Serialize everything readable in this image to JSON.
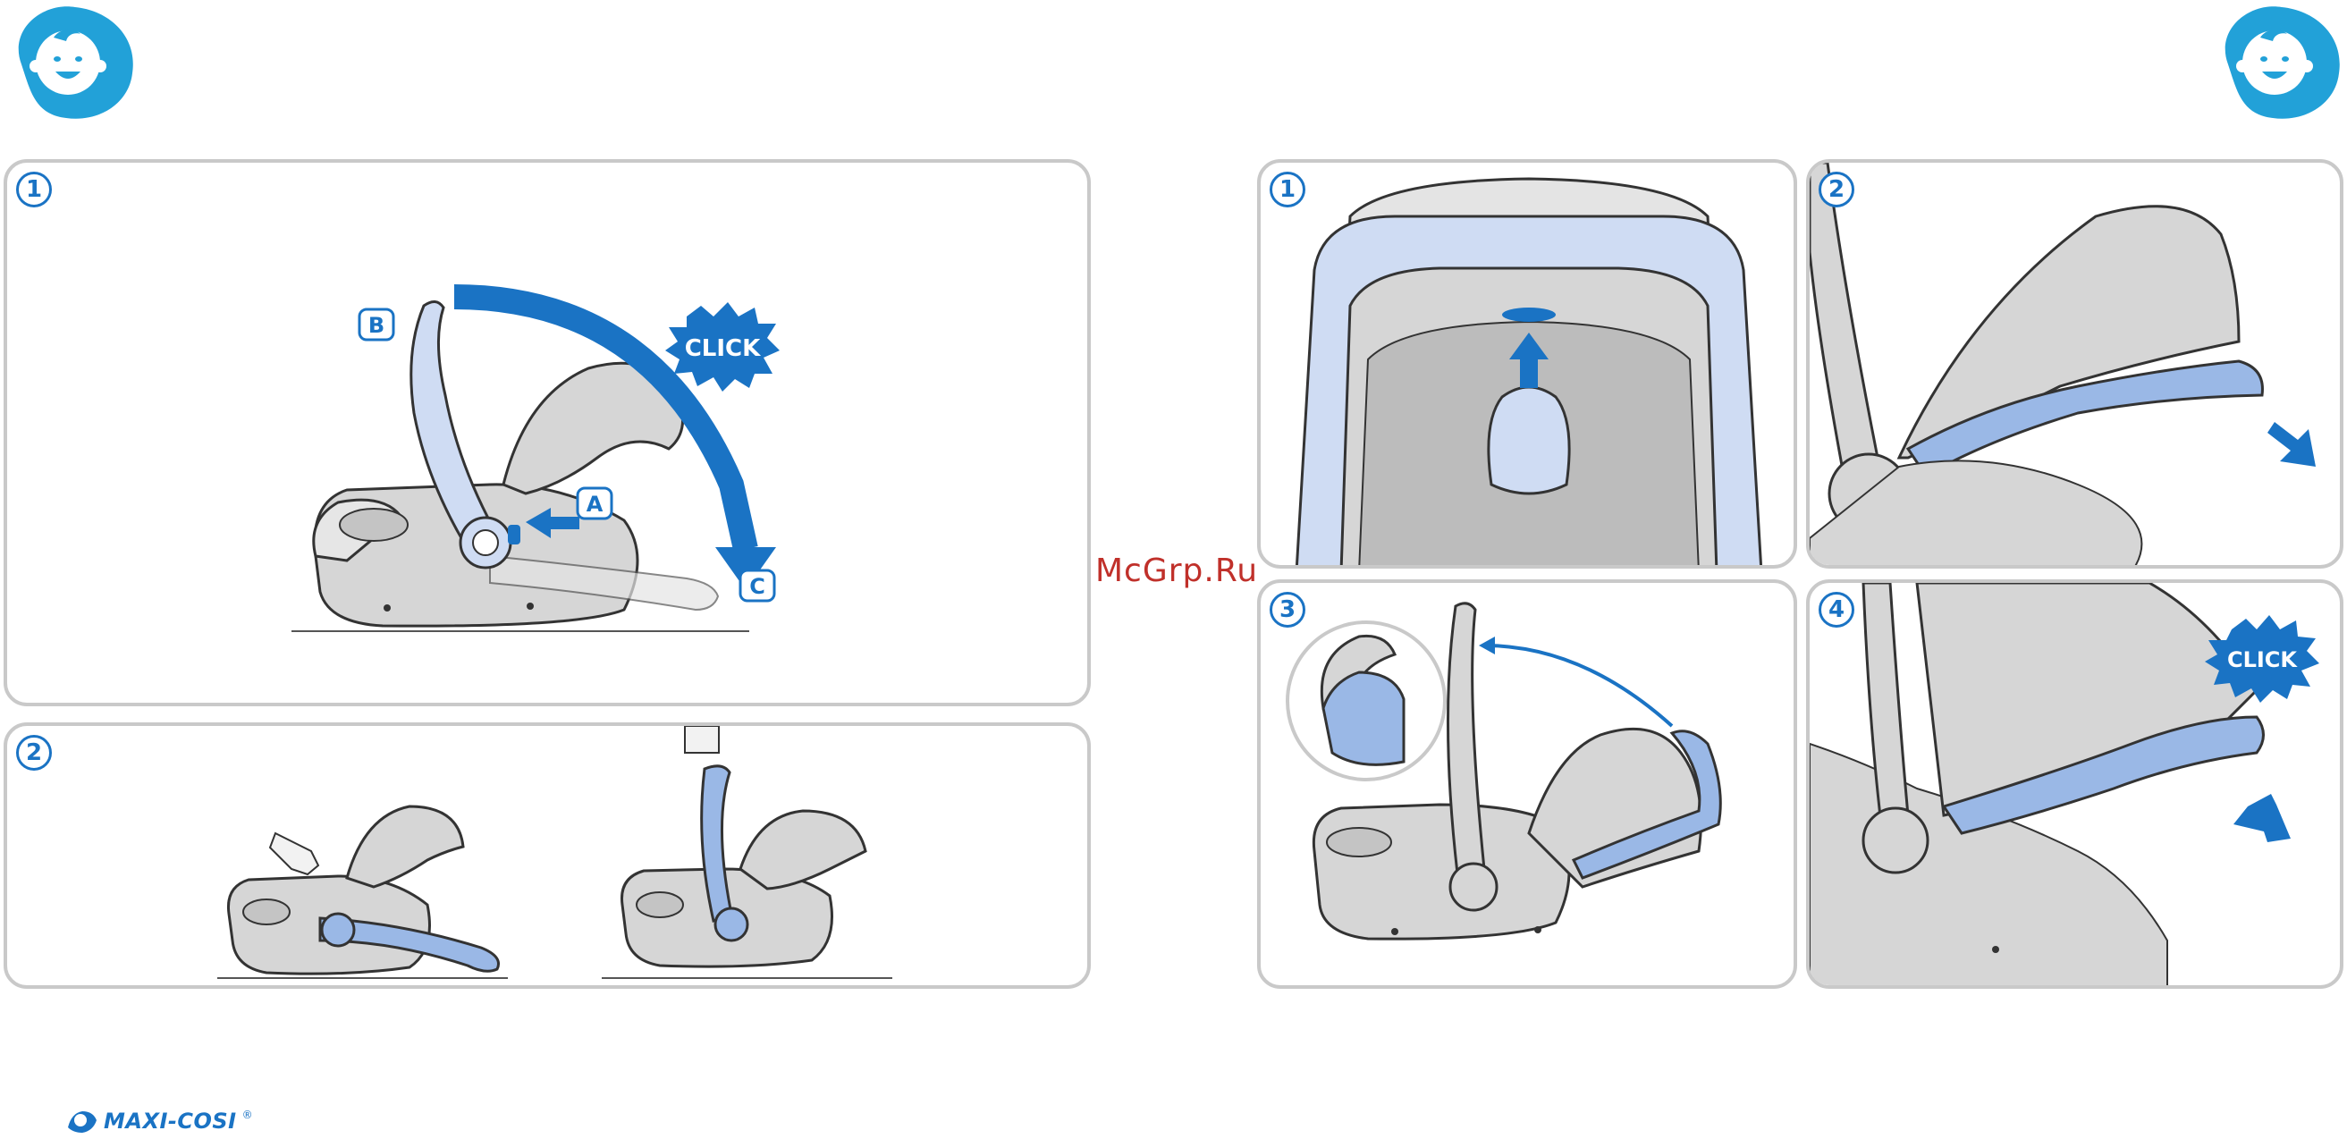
{
  "header": {
    "left_logo": "baby-face-logo",
    "right_logo": "baby-face-logo"
  },
  "left_section": {
    "panel_1": {
      "step": "1",
      "labels": {
        "a": "A",
        "b": "B",
        "c": "C"
      },
      "click_text": "CLICK"
    },
    "panel_2": {
      "step": "2"
    }
  },
  "right_section": {
    "panel_1": {
      "step": "1"
    },
    "panel_2": {
      "step": "2"
    },
    "panel_3": {
      "step": "3"
    },
    "panel_4": {
      "step": "4",
      "click_text": "CLICK"
    }
  },
  "watermark": "McGrp.Ru",
  "footer": {
    "brand": "MAXI-COSI",
    "trademark": "®"
  },
  "colors": {
    "accent": "#1a73c4",
    "illustration_blue": "#9ab8e6",
    "light_blue": "#cfdcf3",
    "seat_gray": "#d6d6d6",
    "panel_border": "#c9c9c9",
    "logo_blue": "#22a1d8"
  }
}
